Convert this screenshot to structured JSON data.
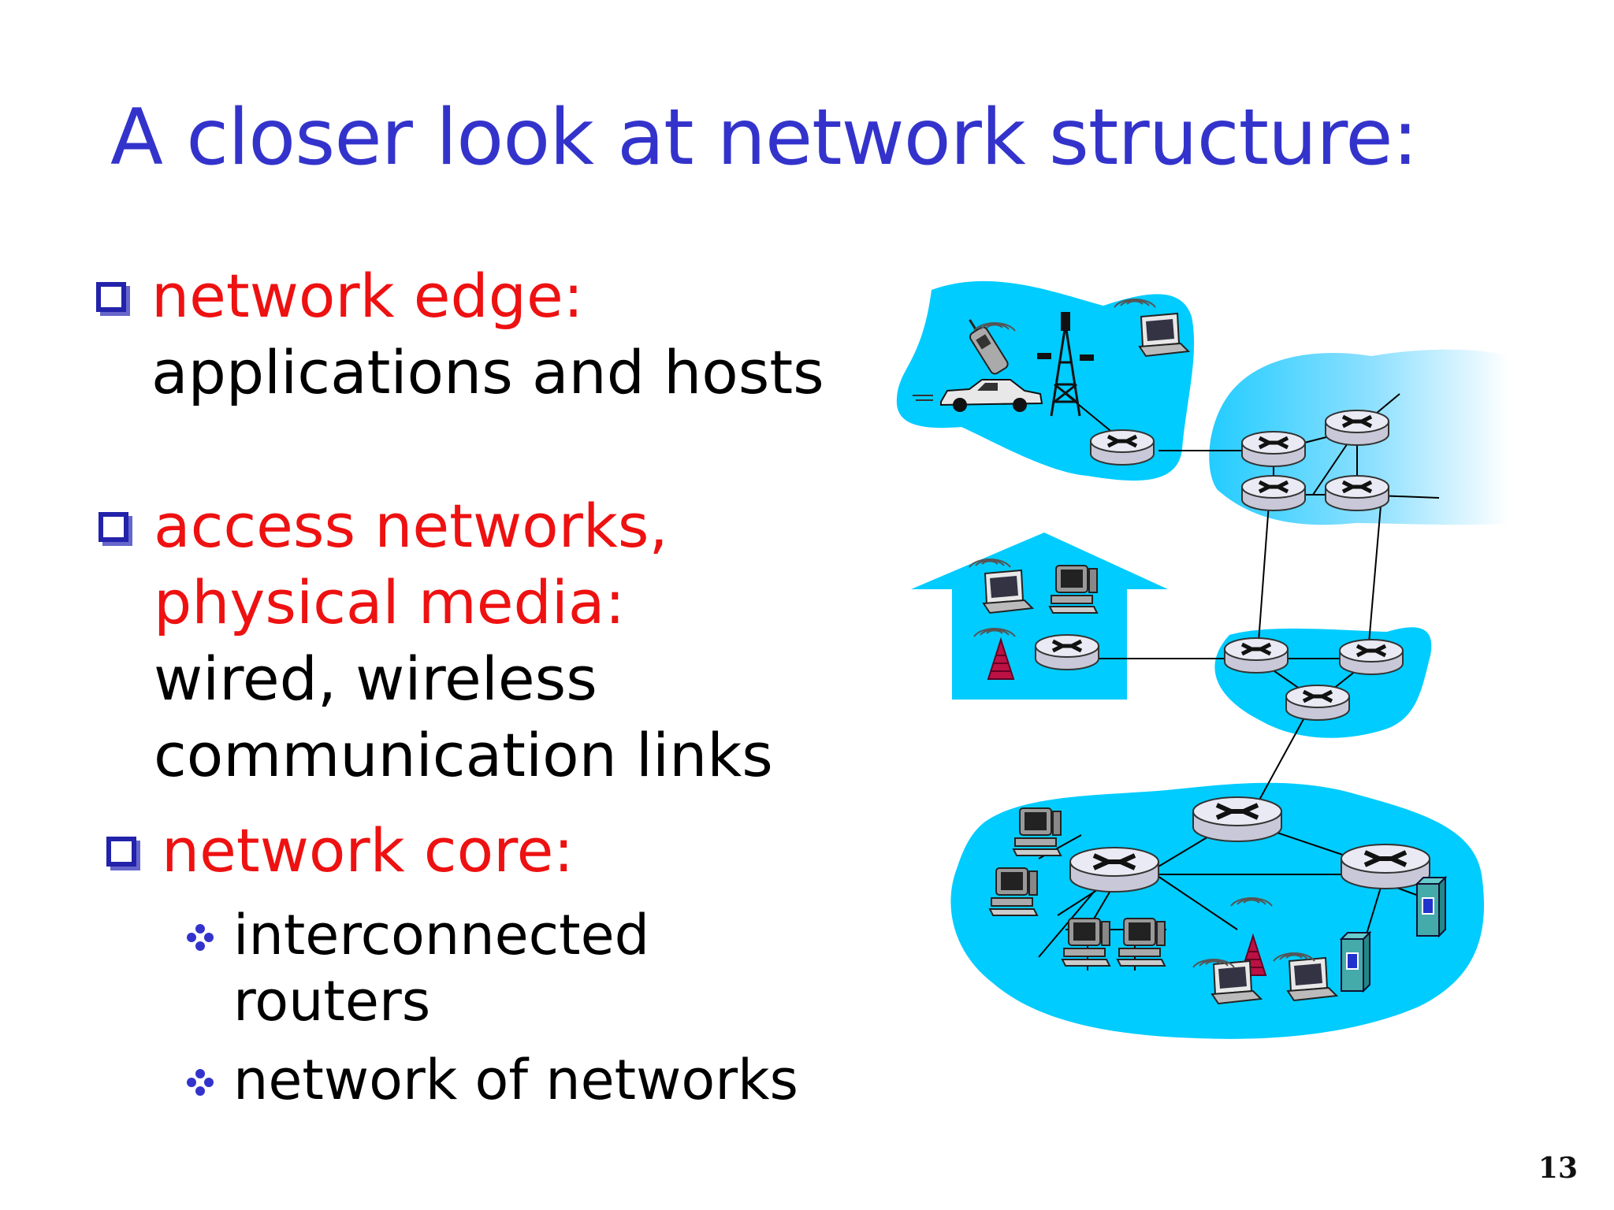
{
  "slide": {
    "title": "A closer look at network structure:",
    "page_number": "13"
  },
  "bullets": [
    {
      "heading": "network edge:",
      "text": "applications and hosts"
    },
    {
      "heading_lines": [
        "access networks,",
        "physical media:"
      ],
      "text_lines": [
        "wired, wireless",
        "communication links"
      ]
    },
    {
      "heading": "network core:",
      "sub": [
        "interconnected",
        "routers",
        "network of networks"
      ]
    }
  ],
  "colors": {
    "title": "#3333cc",
    "heading": "#ee1111",
    "cloud": "#00ccff",
    "bullet": "#2222aa"
  },
  "icons": [
    "router-icon",
    "laptop-icon",
    "desktop-computer-icon",
    "server-icon",
    "cell-phone-icon",
    "car-icon",
    "cell-tower-icon",
    "wireless-access-point-icon"
  ]
}
